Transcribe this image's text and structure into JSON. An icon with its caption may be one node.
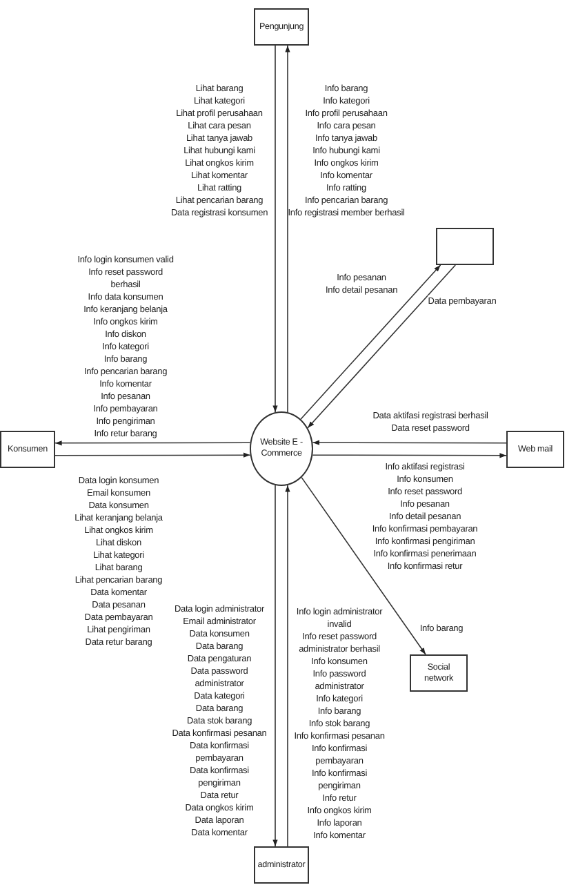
{
  "diagram": {
    "nodes": [
      {
        "text": [
          "Pengunjung"
        ]
      },
      {
        "text": [],
        "shape": "box"
      },
      {
        "text": [
          "Konsumen"
        ]
      },
      {
        "text": [
          "Website E - Commerce"
        ]
      },
      {
        "text": [
          "Web mail"
        ]
      },
      {
        "text": [
          "Social network"
        ]
      },
      {
        "text": [
          "administrator"
        ]
      }
    ],
    "edges": [
      {
        "from": 0,
        "to": 3,
        "arrow": "to"
      },
      {
        "from": 3,
        "to": 0,
        "arrow": "to"
      },
      {
        "from": 3,
        "to": 1,
        "arrow": "to"
      },
      {
        "from": 1,
        "to": 3,
        "arrow": "to"
      },
      {
        "from": 3,
        "to": 2,
        "arrow": "to"
      },
      {
        "from": 2,
        "to": 3,
        "arrow": "to"
      },
      {
        "from": 4,
        "to": 3,
        "arrow": "to"
      },
      {
        "from": 3,
        "to": 4,
        "arrow": "to"
      },
      {
        "from": 3,
        "to": 5,
        "arrow": "to"
      },
      {
        "from": 3,
        "to": 6,
        "arrow": "to"
      },
      {
        "from": 6,
        "to": 3,
        "arrow": "to"
      }
    ],
    "labels": [
      "Lihat barang",
      "Lihat kategori",
      "Lihat profil perusahaan",
      "Lihat cara pesan",
      "Lihat tanya jawab",
      "Lihat hubungi kami",
      "Lihat ongkos kirim",
      "Lihat komentar",
      "Lihat ratting",
      "Lihat pencarian barang",
      "Data registrasi konsumen",
      "Info barang",
      "Info kategori",
      "Info profil perusahaan",
      "Info cara pesan",
      "Info tanya jawab",
      "Info hubungi kami",
      "Info ongkos kirim",
      "Info komentar",
      "Info ratting",
      "Info pencarian barang",
      "Info registrasi member berhasil",
      "Info login konsumen valid",
      "Info reset password berhasil",
      "Info data konsumen",
      "Info keranjang belanja",
      "Info ongkos kirim",
      "Info diskon",
      "Info kategori",
      "Info barang",
      "Info pencarian barang",
      "Info komentar",
      "Info pesanan",
      "Info pembayaran",
      "Info pengiriman",
      "Info retur barang",
      "Info pesanan",
      "Info detail pesanan",
      "Data pembayaran",
      "Data aktifasi registrasi berhasil",
      "Data reset password",
      "Info aktifasi registrasi",
      "Info konsumen",
      "Info reset password",
      "Info pesanan",
      "Info detail pesanan",
      "Info konfirmasi pembayaran",
      "Info konfirmasi pengiriman",
      "Info konfirmasi penerimaan",
      "Info konfirmasi retur",
      "Data login konsumen",
      "Email konsumen",
      "Data konsumen",
      "Lihat keranjang belanja",
      "Lihat ongkos kirim",
      "Lihat diskon",
      "Lihat kategori",
      "Lihat barang",
      "Lihat pencarian barang",
      "Data komentar",
      "Data pesanan",
      "Data pembayaran",
      "Lihat pengiriman",
      "Data retur barang",
      "Info barang",
      "Data login administrator",
      "Email administrator",
      "Data konsumen",
      "Data barang",
      "Data pengaturan",
      "Data password administrator",
      "Data kategori",
      "Data barang",
      "Data stok barang",
      "Data konfirmasi pesanan",
      "Data konfirmasi pembayaran",
      "Data konfirmasi pengiriman",
      "Data retur",
      "Data ongkos kirim",
      "Data laporan",
      "Data komentar",
      "Info login administrator invalid",
      "Info reset password administrator berhasil",
      "Info konsumen",
      "Info password administrator",
      "Info kategori",
      "Info barang",
      "Info stok barang",
      "Info konfirmasi pesanan",
      "Info konfirmasi pembayaran",
      "Info konfirmasi pengiriman",
      "Info retur",
      "Info ongkos kirim",
      "Info laporan",
      "Info komentar"
    ]
  }
}
